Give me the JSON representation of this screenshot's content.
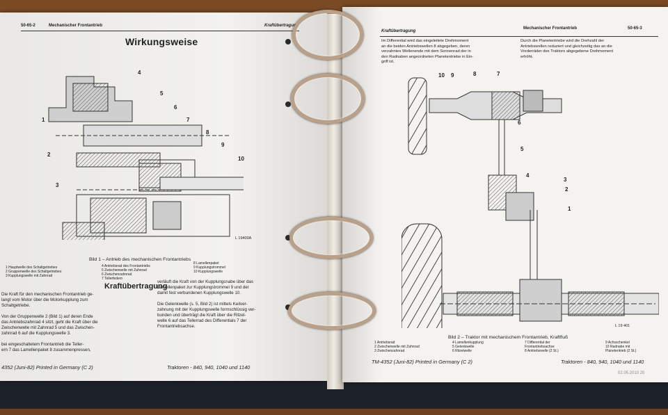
{
  "left_page": {
    "header_number": "50-65-2",
    "header_section": "Mechanischer Frontantrieb",
    "header_chapter": "Kraftübertragung",
    "title": "Wirkungsweise",
    "figure_code": "L 19400A",
    "figure_caption": "Bild 1 – Antrieb des mechanischen Frontantriebs",
    "callouts": [
      "1",
      "2",
      "3",
      "4",
      "5",
      "6",
      "7",
      "8",
      "9",
      "10"
    ],
    "legend": [
      "1 Hauptwelle des Schaltgetriebes",
      "2 Gruppenwelle des Schaltgetriebes",
      "3 Kupplungswelle mit Zahnrad",
      "4 Antriebsrad des Frontantriebs",
      "5 Zwischenwelle mit Zahnrad",
      "6 Zwischenzahnrad",
      "7 Tellerfedern",
      "8 Lamellenpaket",
      "9 Kupplungstrommel",
      "10 Kupplungswelle"
    ],
    "subtitle": "Kraftübertragung",
    "col1": [
      "Die Kraft für den mechanischen Frontantrieb ge-",
      "langt vom Motor über die Motorkupplung zum",
      "Schaltgetriebe.",
      "",
      "Von der Gruppenwelle 2 (Bild 1) auf deren Ende",
      "das Antriebszahnrad 4 sitzt, geht die Kraft über die",
      "Zwischenwelle mit Zahnrad 5 und das Zwischen-",
      "zahnrad 6 auf die Kupplungswelle 3.",
      "",
      "bei eingeschaltetem Frontantrieb die Teller-",
      "ern 7 das Lamellenpaket 8 zusammenpressen,"
    ],
    "col2": [
      "verläuft die Kraft von der Kupplungsnabe über das",
      "Lamellenpaket zur Kupplungstrommel 9 und der",
      "damit fest verbundenen Kupplungswelle 10.",
      "",
      "Die Gelenkwelle (s. 5, Bild 2) ist mittels Keilver-",
      "zahnung mit der Kupplungswelle formschlüssig ver-",
      "bunden und überträgt die Kraft über die Ritzel-",
      "welle 6 auf das Tellerrad des Differentials 7 der",
      "Frontantriebsachse."
    ],
    "footer": "4352 (Juni-82) Printed in Germany (C 2)",
    "footer_right": "Traktoren - 840, 940, 1040 und 1140"
  },
  "right_page": {
    "header_chapter": "Kraftübertragung",
    "header_section": "Mechanischer Frontantrieb",
    "header_number": "50-65-3",
    "text_left": [
      "Im Differential wird das eingeleitete Drehmoment",
      "an die beiden Antriebswellen 8 abgegeben, deren",
      "verzahntes Wellenende mit dem Sonnenrad der in",
      "den Radnaben angeordneten Planetentriebe in Ein-",
      "griff ist."
    ],
    "text_right": [
      "Durch die Planetentriebe wird die Drehzahl der",
      "Antriebswellen reduziert und gleichzeitig das an die",
      "Vorderräder des Traktors abgegebene Drehmoment",
      "erhöht."
    ],
    "callouts": [
      "10",
      "9",
      "8",
      "7",
      "6",
      "5",
      "4",
      "3",
      "2",
      "1"
    ],
    "figure_code": "L 19 401",
    "figure_caption": "Bild 2 – Traktor mit mechanischem Frontantrieb, Kraftfluß",
    "legend": [
      "1 Antriebsrad",
      "2 Zwischenwelle mit Zahnrad",
      "3 Zwischenzahnrad",
      "4 Lamellenkupplung",
      "5 Gelenkwelle",
      "6 Ritzelwelle",
      "7 Differential der",
      "Frontantriebsachse",
      "8 Antriebswelle (2 St.)",
      "9 Achsschenkel",
      "10 Radnabe mit",
      "Planetentrieb (2 St.)"
    ],
    "footer": "TM-4352 (Juni-82) Printed in Germany (C 2)",
    "footer_right": "Traktoren - 840, 940, 1040 und 1140",
    "stamp": "02.05.2010 20"
  }
}
